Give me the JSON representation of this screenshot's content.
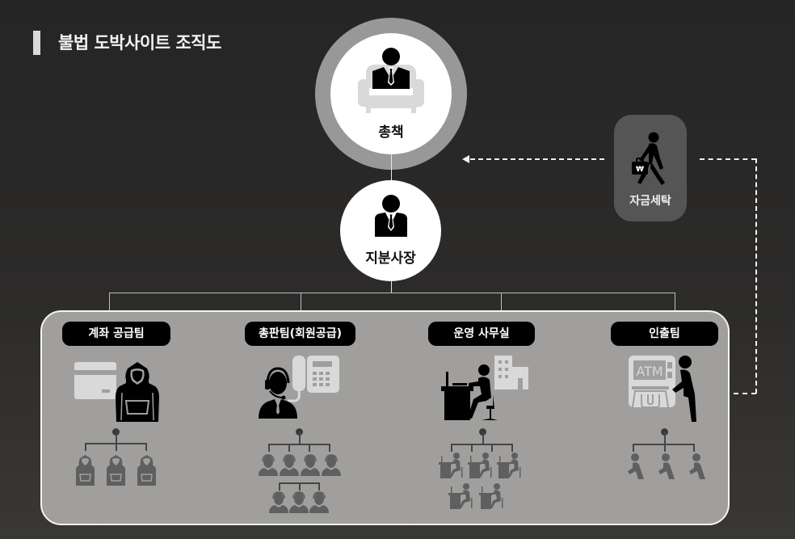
{
  "title": "불법 도박사이트 조직도",
  "colors": {
    "background": "#262626",
    "panel": "#a09f9d",
    "ring": "#989898",
    "laundry_box": "#555555",
    "pill": "#000000",
    "sub_icons": "#5f5f5f"
  },
  "top": {
    "ceo": {
      "label": "총책",
      "icon": "executive-in-armchair-icon"
    },
    "boss": {
      "label": "지분사장",
      "icon": "businessman-icon"
    },
    "laundering": {
      "label": "자금세탁",
      "icon": "man-carrying-money-briefcase-icon",
      "briefcase_symbol": "₩"
    }
  },
  "teams": [
    {
      "label": "계좌 공급팀",
      "icon": "bank-card-and-hooded-person-icon",
      "members": 3,
      "member_icon": "hooded-person-icon"
    },
    {
      "label": "총판팀(회원공급)",
      "icon": "headset-operator-and-phone-icon",
      "members": 7,
      "member_icon": "headset-operator-icon"
    },
    {
      "label": "운영 사무실",
      "icon": "office-worker-at-desk-icon",
      "members": 5,
      "member_icon": "desk-worker-icon"
    },
    {
      "label": "인출팀",
      "icon": "atm-withdrawal-person-icon",
      "members": 3,
      "member_icon": "walking-person-icon",
      "atm_text": "ATM"
    }
  ]
}
